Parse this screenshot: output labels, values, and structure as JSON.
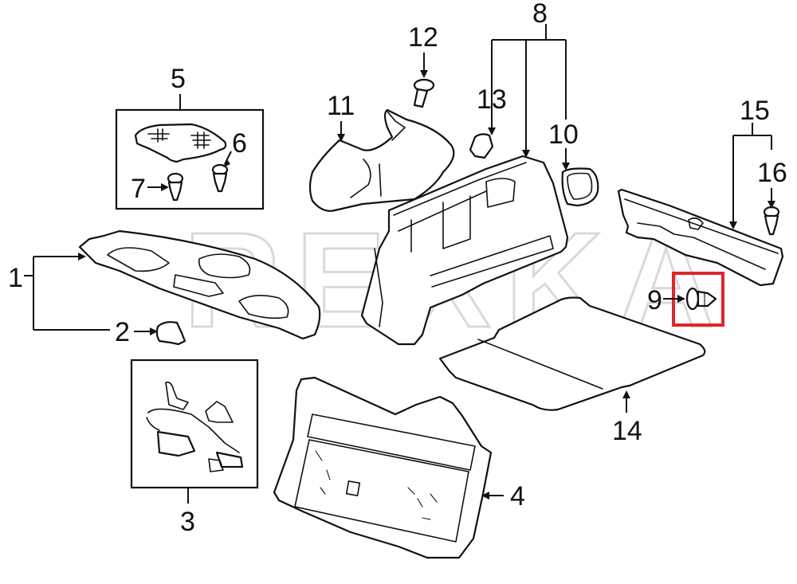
{
  "diagram": {
    "type": "exploded-parts-diagram",
    "subject": "Rear trunk / package tray interior trim assembly",
    "watermark": "REXKA",
    "highlighted_part": "9",
    "highlight_color": "#e0262b",
    "callouts": [
      {
        "id": "1",
        "label": "1",
        "part": "rear-package-tray"
      },
      {
        "id": "2",
        "label": "2",
        "part": "tray-end-cap"
      },
      {
        "id": "3",
        "label": "3",
        "part": "harness-kit-box"
      },
      {
        "id": "4",
        "label": "4",
        "part": "rear-bulkhead-panel"
      },
      {
        "id": "5",
        "label": "5",
        "part": "cover-kit-box"
      },
      {
        "id": "6",
        "label": "6",
        "part": "push-clip"
      },
      {
        "id": "7",
        "label": "7",
        "part": "push-clip"
      },
      {
        "id": "8",
        "label": "8",
        "part": "trunk-side-trim-assembly"
      },
      {
        "id": "9",
        "label": "9",
        "part": "trim-clip"
      },
      {
        "id": "10",
        "label": "10",
        "part": "access-cover"
      },
      {
        "id": "11",
        "label": "11",
        "part": "wheelhouse-trim"
      },
      {
        "id": "12",
        "label": "12",
        "part": "retainer-bolt"
      },
      {
        "id": "13",
        "label": "13",
        "part": "hook-bracket"
      },
      {
        "id": "14",
        "label": "14",
        "part": "trunk-floor-mat"
      },
      {
        "id": "15",
        "label": "15",
        "part": "rear-sill-trim-assembly"
      },
      {
        "id": "16",
        "label": "16",
        "part": "push-clip"
      }
    ]
  }
}
